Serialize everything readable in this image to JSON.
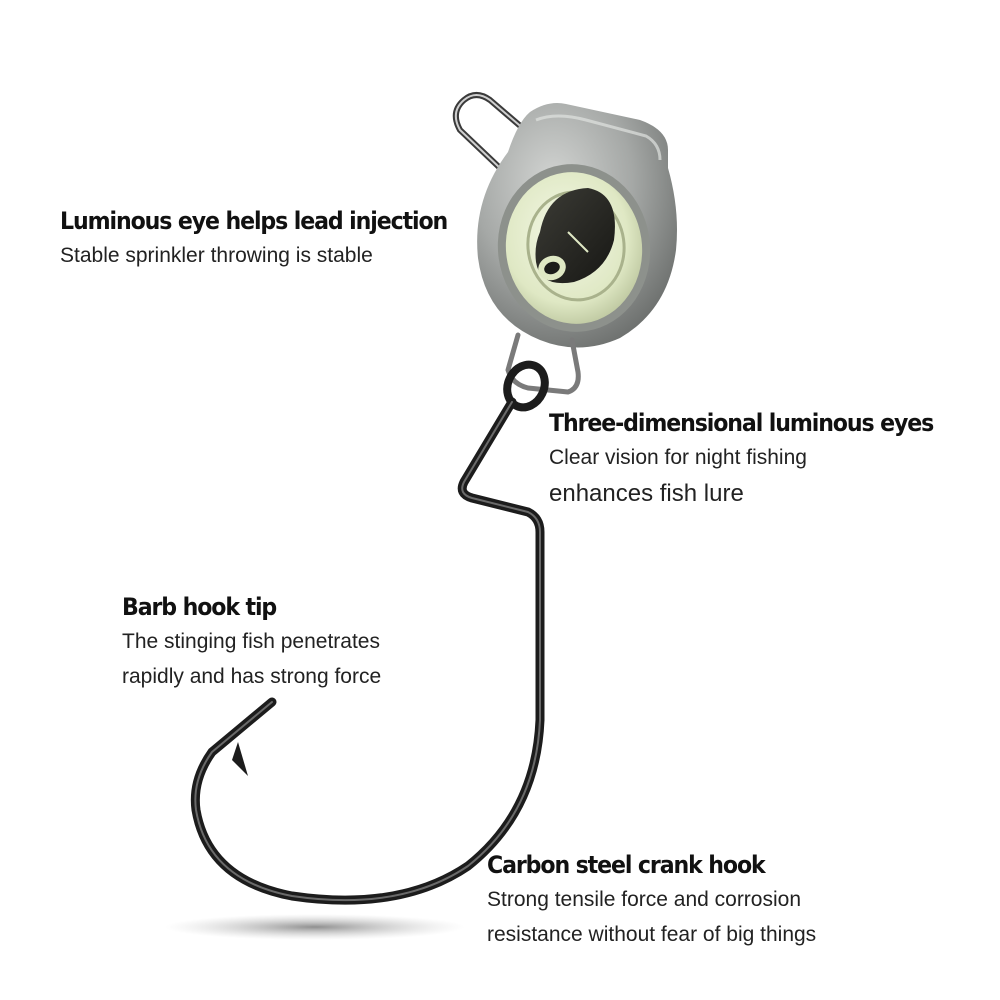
{
  "callouts": {
    "luminous_eye": {
      "title": "Luminous eye helps lead injection",
      "line1": "Stable sprinkler throwing is stable"
    },
    "three_dimensional": {
      "title": "Three-dimensional luminous eyes",
      "line1": "Clear vision for night fishing",
      "line2": "enhances fish lure"
    },
    "barb_tip": {
      "title": "Barb hook tip",
      "line1": "The stinging fish penetrates",
      "line2": "rapidly and has strong force"
    },
    "carbon_steel": {
      "title": "Carbon steel crank hook",
      "line1": "Strong tensile force and corrosion",
      "line2": "resistance without fear of big things"
    }
  },
  "colors": {
    "background": "#ffffff",
    "text": "#111111",
    "jig_head": "#a4a7a5",
    "luminous_eye": "#dfe8c4",
    "hook_steel": "#1c1c1c"
  },
  "icons": [
    "jig-head-icon",
    "luminous-eye-icon",
    "crank-hook-icon",
    "wire-keeper-icon",
    "shadow-icon"
  ]
}
